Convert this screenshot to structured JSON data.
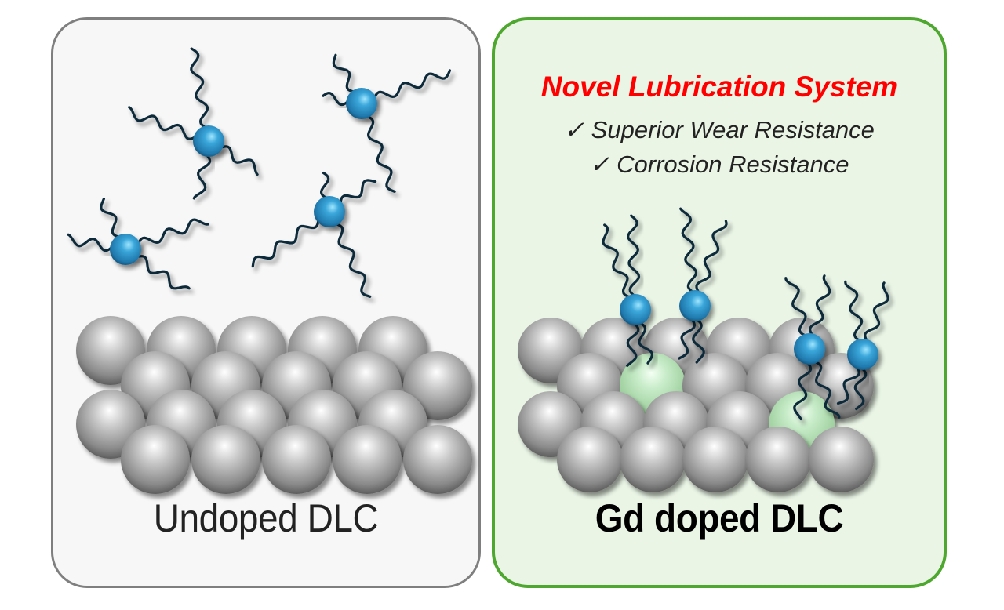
{
  "figure": {
    "left_panel": {
      "label": "Undoped DLC",
      "substrate": "DLC carbon spheres (gray)",
      "molecules": "free lubricant molecules (blue core with chains)"
    },
    "right_panel": {
      "label": "Gd doped DLC",
      "headline": "Novel Lubrication System",
      "benefits": [
        {
          "icon": "check-icon",
          "symbol": "✓",
          "text": "Superior Wear Resistance"
        },
        {
          "icon": "check-icon",
          "symbol": "✓",
          "text": "Corrosion Resistance"
        }
      ],
      "substrate": "DLC with Gd dopant sites (green spheres)",
      "molecules": "lubricant molecules anchored to Gd sites"
    },
    "colors": {
      "left_border": "#7f7f7f",
      "left_fill": "#f7f7f7",
      "right_border": "#4ea72f",
      "right_fill": "#eaf5e6",
      "headline": "#ff0000",
      "molecule_core": "#2f9ad0",
      "chain": "#0d2a3a",
      "carbon": "#a8a8a8",
      "gd_dopant": "#bfe6c2"
    }
  }
}
